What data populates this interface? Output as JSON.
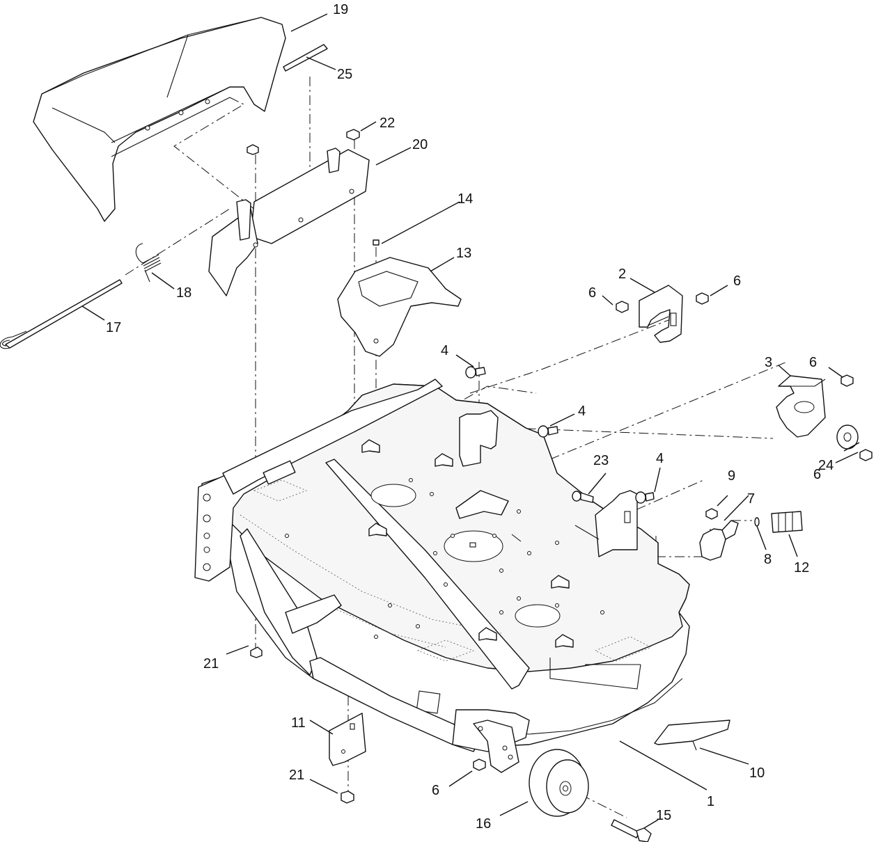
{
  "callouts": [
    {
      "id": "c1",
      "label": "1"
    },
    {
      "id": "c2",
      "label": "2"
    },
    {
      "id": "c3",
      "label": "3"
    },
    {
      "id": "c4a",
      "label": "4"
    },
    {
      "id": "c4b",
      "label": "4"
    },
    {
      "id": "c4c",
      "label": "4"
    },
    {
      "id": "c6a",
      "label": "6"
    },
    {
      "id": "c6b",
      "label": "6"
    },
    {
      "id": "c6c",
      "label": "6"
    },
    {
      "id": "c6d",
      "label": "6"
    },
    {
      "id": "c6e",
      "label": "6"
    },
    {
      "id": "c7",
      "label": "7"
    },
    {
      "id": "c8",
      "label": "8"
    },
    {
      "id": "c9",
      "label": "9"
    },
    {
      "id": "c10",
      "label": "10"
    },
    {
      "id": "c11",
      "label": "11"
    },
    {
      "id": "c12",
      "label": "12"
    },
    {
      "id": "c13",
      "label": "13"
    },
    {
      "id": "c14",
      "label": "14"
    },
    {
      "id": "c15",
      "label": "15"
    },
    {
      "id": "c16",
      "label": "16"
    },
    {
      "id": "c17",
      "label": "17"
    },
    {
      "id": "c18",
      "label": "18"
    },
    {
      "id": "c19",
      "label": "19"
    },
    {
      "id": "c20",
      "label": "20"
    },
    {
      "id": "c21a",
      "label": "21"
    },
    {
      "id": "c21b",
      "label": "21"
    },
    {
      "id": "c22",
      "label": "22"
    },
    {
      "id": "c23",
      "label": "23"
    },
    {
      "id": "c24",
      "label": "24"
    },
    {
      "id": "c25",
      "label": "25"
    }
  ],
  "colors": {
    "line": "#111111",
    "background": "#ffffff"
  }
}
